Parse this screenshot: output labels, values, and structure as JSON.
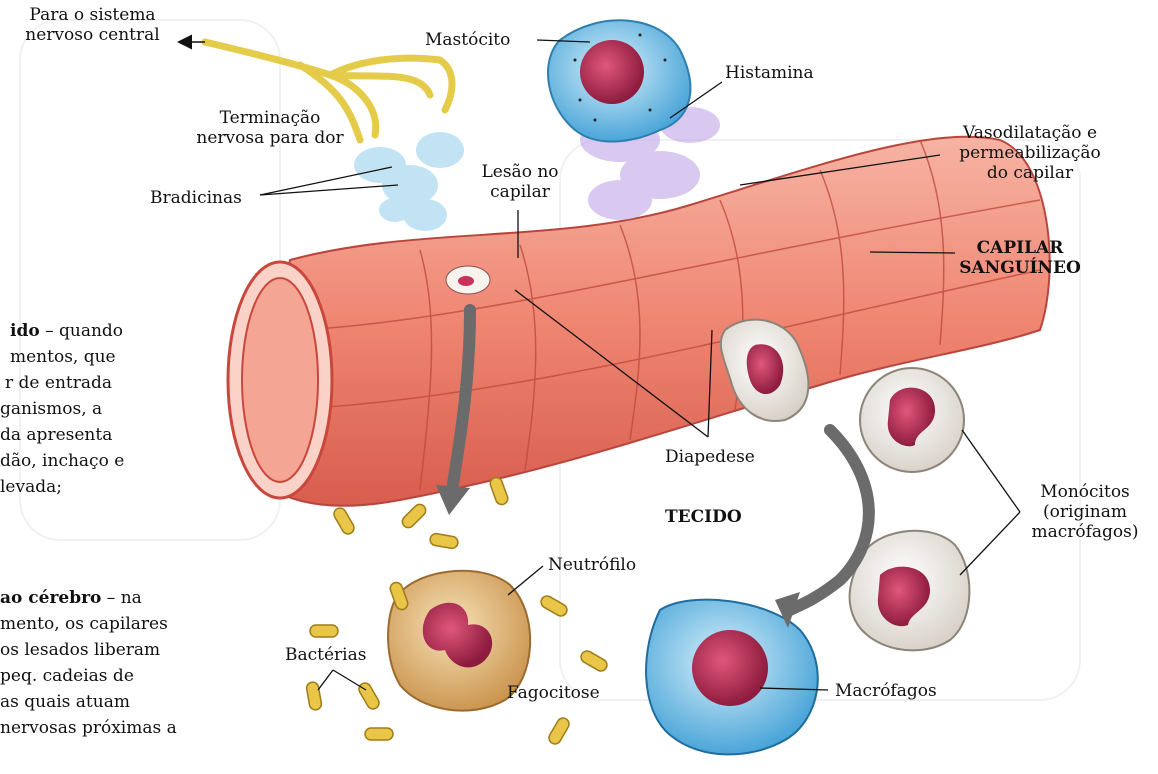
{
  "labels": {
    "cns_line1": "Para o sistema",
    "cns_line2": "nervoso central",
    "mast": "Mastócito",
    "hist": "Histamina",
    "term_line1": "Terminação",
    "term_line2": "nervosa para dor",
    "vaso_line1": "Vasodilatação e",
    "vaso_line2": "permeabilização",
    "vaso_line3": "do capilar",
    "brad": "Bradicinas",
    "lesao_line1": "Lesão no",
    "lesao_line2": "capilar",
    "capilar_line1": "CAPILAR",
    "capilar_line2": "SANGUÍNEO",
    "diap": "Diapedese",
    "tecido": "TECIDO",
    "mono_line1": "Monócitos",
    "mono_line2": "(originam",
    "mono_line3": "macrófagos)",
    "neutro": "Neutrófilo",
    "bact": "Bactérias",
    "fago": "Fagocitose",
    "macro": "Macrófagos"
  },
  "side_text": {
    "p1": [
      {
        "bold": "ido",
        "rest": " – quando"
      },
      {
        "bold": "",
        "rest": "mentos,  que"
      },
      {
        "bold": "",
        "rest": "r  de  entrada"
      },
      {
        "bold": "",
        "rest": "ganismos,    a"
      },
      {
        "bold": "",
        "rest": "da  apresenta"
      },
      {
        "bold": "",
        "rest": "dão,  inchaço  e"
      },
      {
        "bold": "",
        "rest": "levada;"
      }
    ],
    "p2": [
      {
        "bold": "ao  cérebro",
        "rest": "  –  na"
      },
      {
        "bold": "",
        "rest": "mento, os capilares"
      },
      {
        "bold": "",
        "rest": "os lesados liberam"
      },
      {
        "bold": "",
        "rest": "peq.  cadeias  de"
      },
      {
        "bold": "",
        "rest": "  as  quais  atuam"
      },
      {
        "bold": "",
        "rest": "nervosas próximas a"
      }
    ]
  },
  "colors": {
    "vessel": "#f08a76",
    "vessel_dark": "#c9473d",
    "nerve": "#e8d25a",
    "bradykinin": "#9fd3ea",
    "histamine": "#b9a0e0",
    "mast_cell": "#7ec9e6",
    "nucleus": "#c8315a",
    "neutrophil": "#e6b877",
    "macrophage": "#4aa8dc",
    "monocyte": "#f2ece4",
    "bacteria": "#e8c247",
    "arrow": "#6a6a6a"
  }
}
